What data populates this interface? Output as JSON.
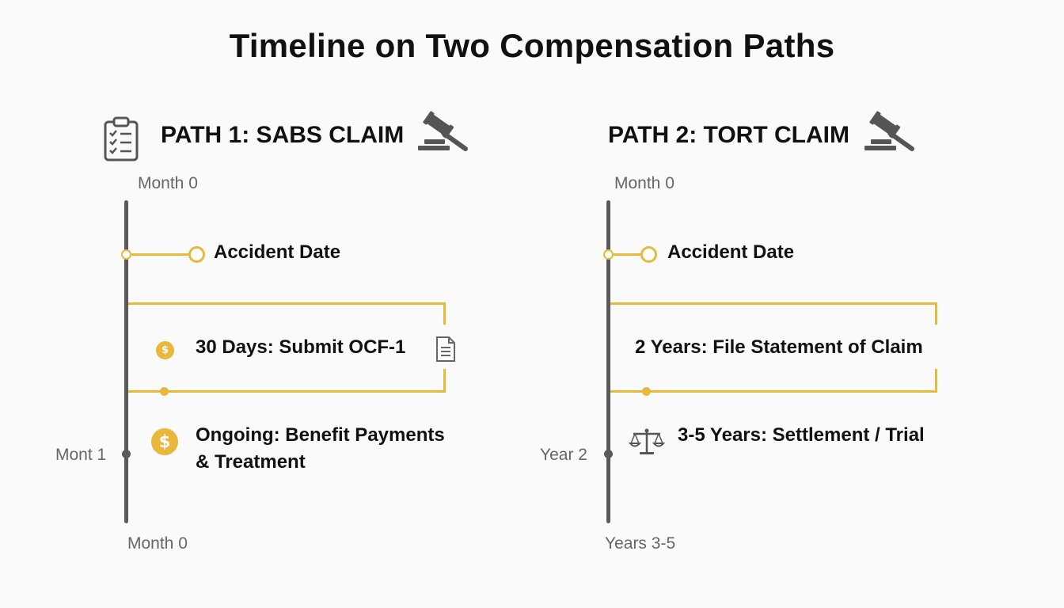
{
  "title": "Timeline on Two Compensation Paths",
  "colors": {
    "accent": "#e7b93c",
    "axis": "#5a5a5a",
    "icon": "#555555"
  },
  "path1": {
    "heading": "PATH 1: SABS CLAIM",
    "icons": [
      "clipboard-checklist-icon",
      "gavel-icon"
    ],
    "axis_labels": {
      "top": "Month 0",
      "middle": "Mont 1",
      "bottom": "Month 0"
    },
    "events": [
      {
        "text": "Accident Date",
        "icon": "ring-marker"
      },
      {
        "text": "30 Days: Submit OCF-1",
        "icon": "dollar-coin-icon",
        "trailing_icon": "document-icon"
      },
      {
        "text_line1": "Ongoing: Benefit Payments",
        "text_line2": "& Treatment",
        "icon": "dollar-coin-icon"
      }
    ]
  },
  "path2": {
    "heading": "PATH 2: TORT CLAIM",
    "icons": [
      "gavel-icon"
    ],
    "axis_labels": {
      "top": "Month 0",
      "middle": "Year 2",
      "bottom": "Years 3-5"
    },
    "events": [
      {
        "text": "Accident Date",
        "icon": "ring-marker"
      },
      {
        "text": "2 Years: File Statement of Claim"
      },
      {
        "text": "3-5 Years: Settlement / Trial",
        "icon": "scales-icon"
      }
    ]
  }
}
